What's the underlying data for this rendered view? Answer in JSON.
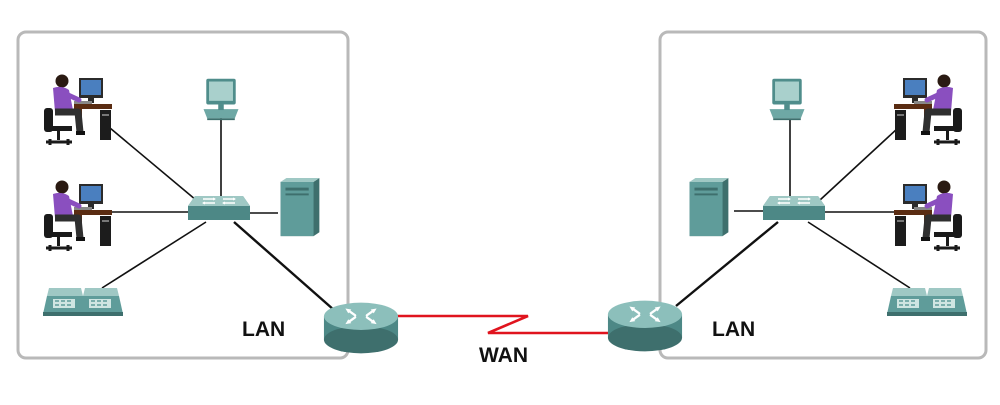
{
  "labels": {
    "lan_left": "LAN",
    "lan_right": "LAN",
    "wan": "WAN"
  },
  "colors": {
    "device_teal": "#5f9c9a",
    "device_teal_light": "#a9d0cc",
    "device_teal_dark": "#3e6f6d",
    "wan_link": "#e0141e",
    "lan_link": "#111111",
    "person_purple": "#8a4fbf"
  },
  "icons": {
    "user_workstation": "user-workstation-icon",
    "desktop_computer": "desktop-computer-icon",
    "switch": "switch-icon",
    "server": "server-icon",
    "ip_phone": "ip-phone-icon",
    "router": "router-icon"
  }
}
